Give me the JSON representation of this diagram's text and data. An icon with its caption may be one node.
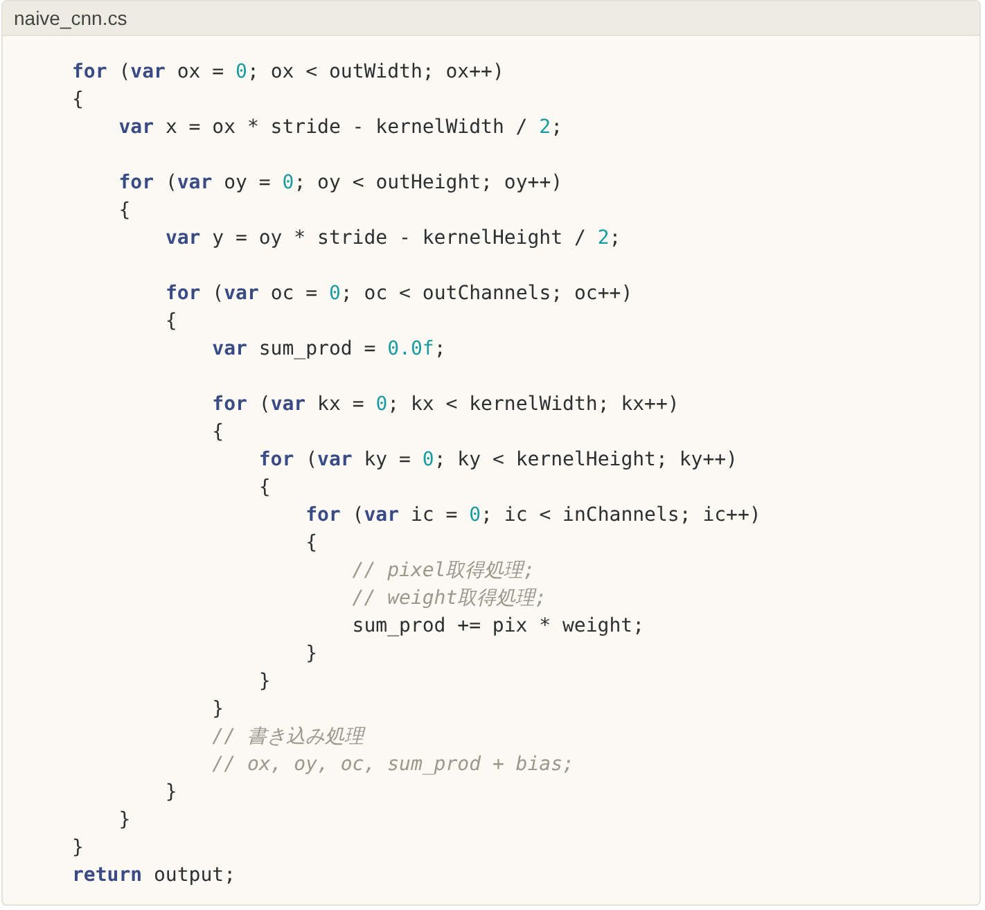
{
  "diagram": {
    "title": "naive_cnn.cs",
    "labels": [
      "**for** (**var** ox = 0; ox < outWidth; ox++)",
      "{",
      "    **var** x = ox * stride - kernelWidth / 2;",
      "    **for** (**var** oy = 0; oy < outHeight; oy++)",
      "    {",
      "        **var** y = oy * stride - kernelHeight / 2;",
      "        **for** (**var** oc = 0; oc < outChannels; oc++)",
      "        {",
      "            **var** sum_prod = 0.0f;",
      "            **for** (**var** kx = 0; kx < kernelWidth; kx++)",
      "            {",
      "                **for** (**var** ky = 0; ky < kernelHeight; ky++)",
      "                {",
      "                    **for** (**var** ic = 0; ic < inChannels; ic++)",
      "                    {",
      "                        *// pixel取得処理;*",
      "                        *// weight取得処理;*",
      "                        sum_prod += pix * weight;",
      "                    }",
      "                }",
      "            }",
      "            *// 書き込み処理*",
      "            *// ox, oy, oc, sum_prod + bias;*",
      "        }",
      "    }",
      "}",
      "**return** output;"
    ]
  }
}
